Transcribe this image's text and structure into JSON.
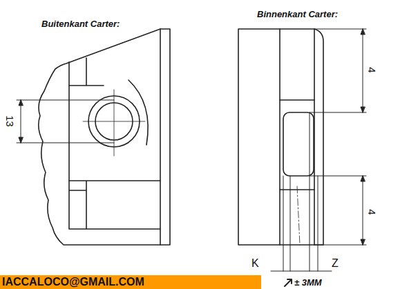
{
  "diagram": {
    "labels": [
      "Buitenkant Carter:",
      "Binnenkant Carter:",
      "13",
      "4",
      "4",
      "K",
      "Z",
      "IACCALOCO@GMAIL.COM",
      "± 3MM"
    ]
  }
}
